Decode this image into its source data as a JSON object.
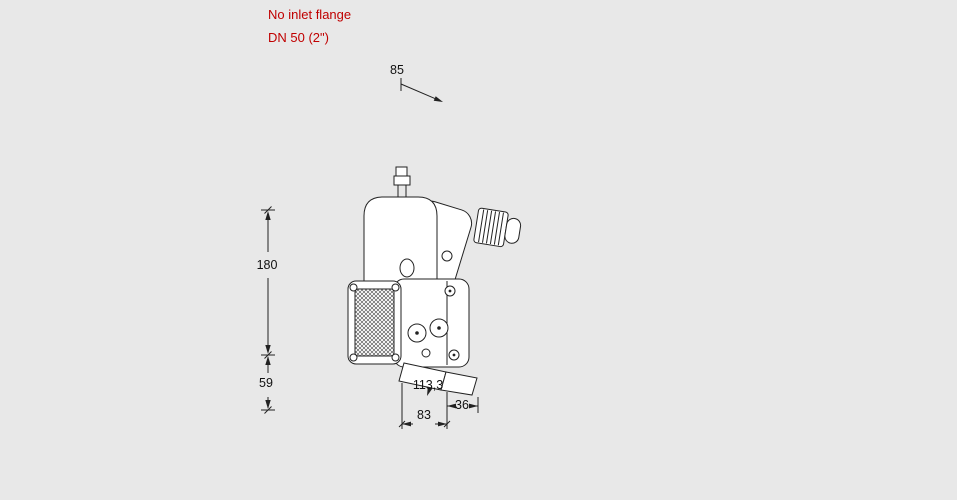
{
  "note": {
    "line1": "No inlet flange",
    "line2": "DN 50 (2\")"
  },
  "dimensions": {
    "d85": "85",
    "d180": "180",
    "d59": "59",
    "d113": "113,3",
    "d36": "36",
    "d83": "83"
  },
  "colors": {
    "background": "#e8e8e8",
    "line": "#222222",
    "shape_fill": "#ffffff",
    "note_text": "#c00000",
    "dimension_text": "#111111"
  }
}
